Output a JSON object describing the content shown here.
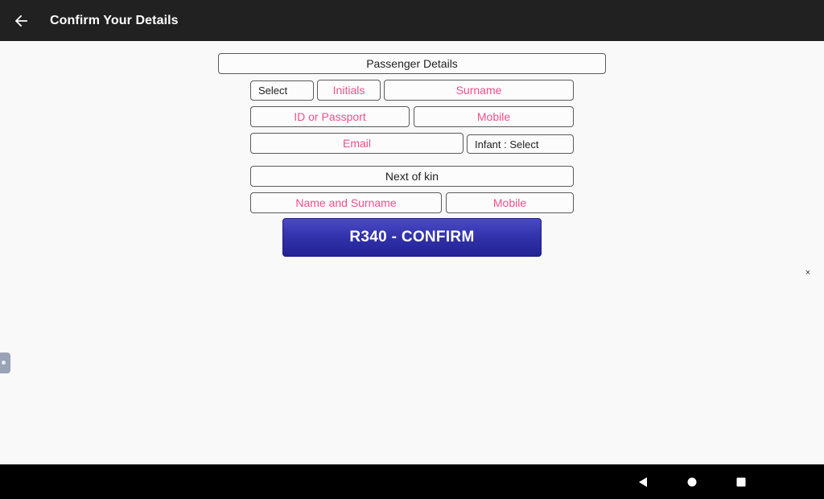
{
  "app_bar": {
    "title": "Confirm Your Details",
    "back_icon": "arrow-left-icon"
  },
  "passenger": {
    "header": "Passenger Details",
    "title_select": "Select",
    "initials_placeholder": "Initials",
    "surname_placeholder": "Surname",
    "id_placeholder": "ID or Passport",
    "mobile_placeholder": "Mobile",
    "email_placeholder": "Email",
    "infant_select": "Infant : Select"
  },
  "next_of_kin": {
    "header": "Next of kin",
    "name_placeholder": "Name and Surname",
    "mobile_placeholder": "Mobile"
  },
  "confirm_button": {
    "label": "R340 - CONFIRM"
  },
  "overlay": {
    "close_label": "×"
  },
  "colors": {
    "hint": "#f0508a",
    "button": "#2f2fa8",
    "app_bar": "#212121"
  }
}
